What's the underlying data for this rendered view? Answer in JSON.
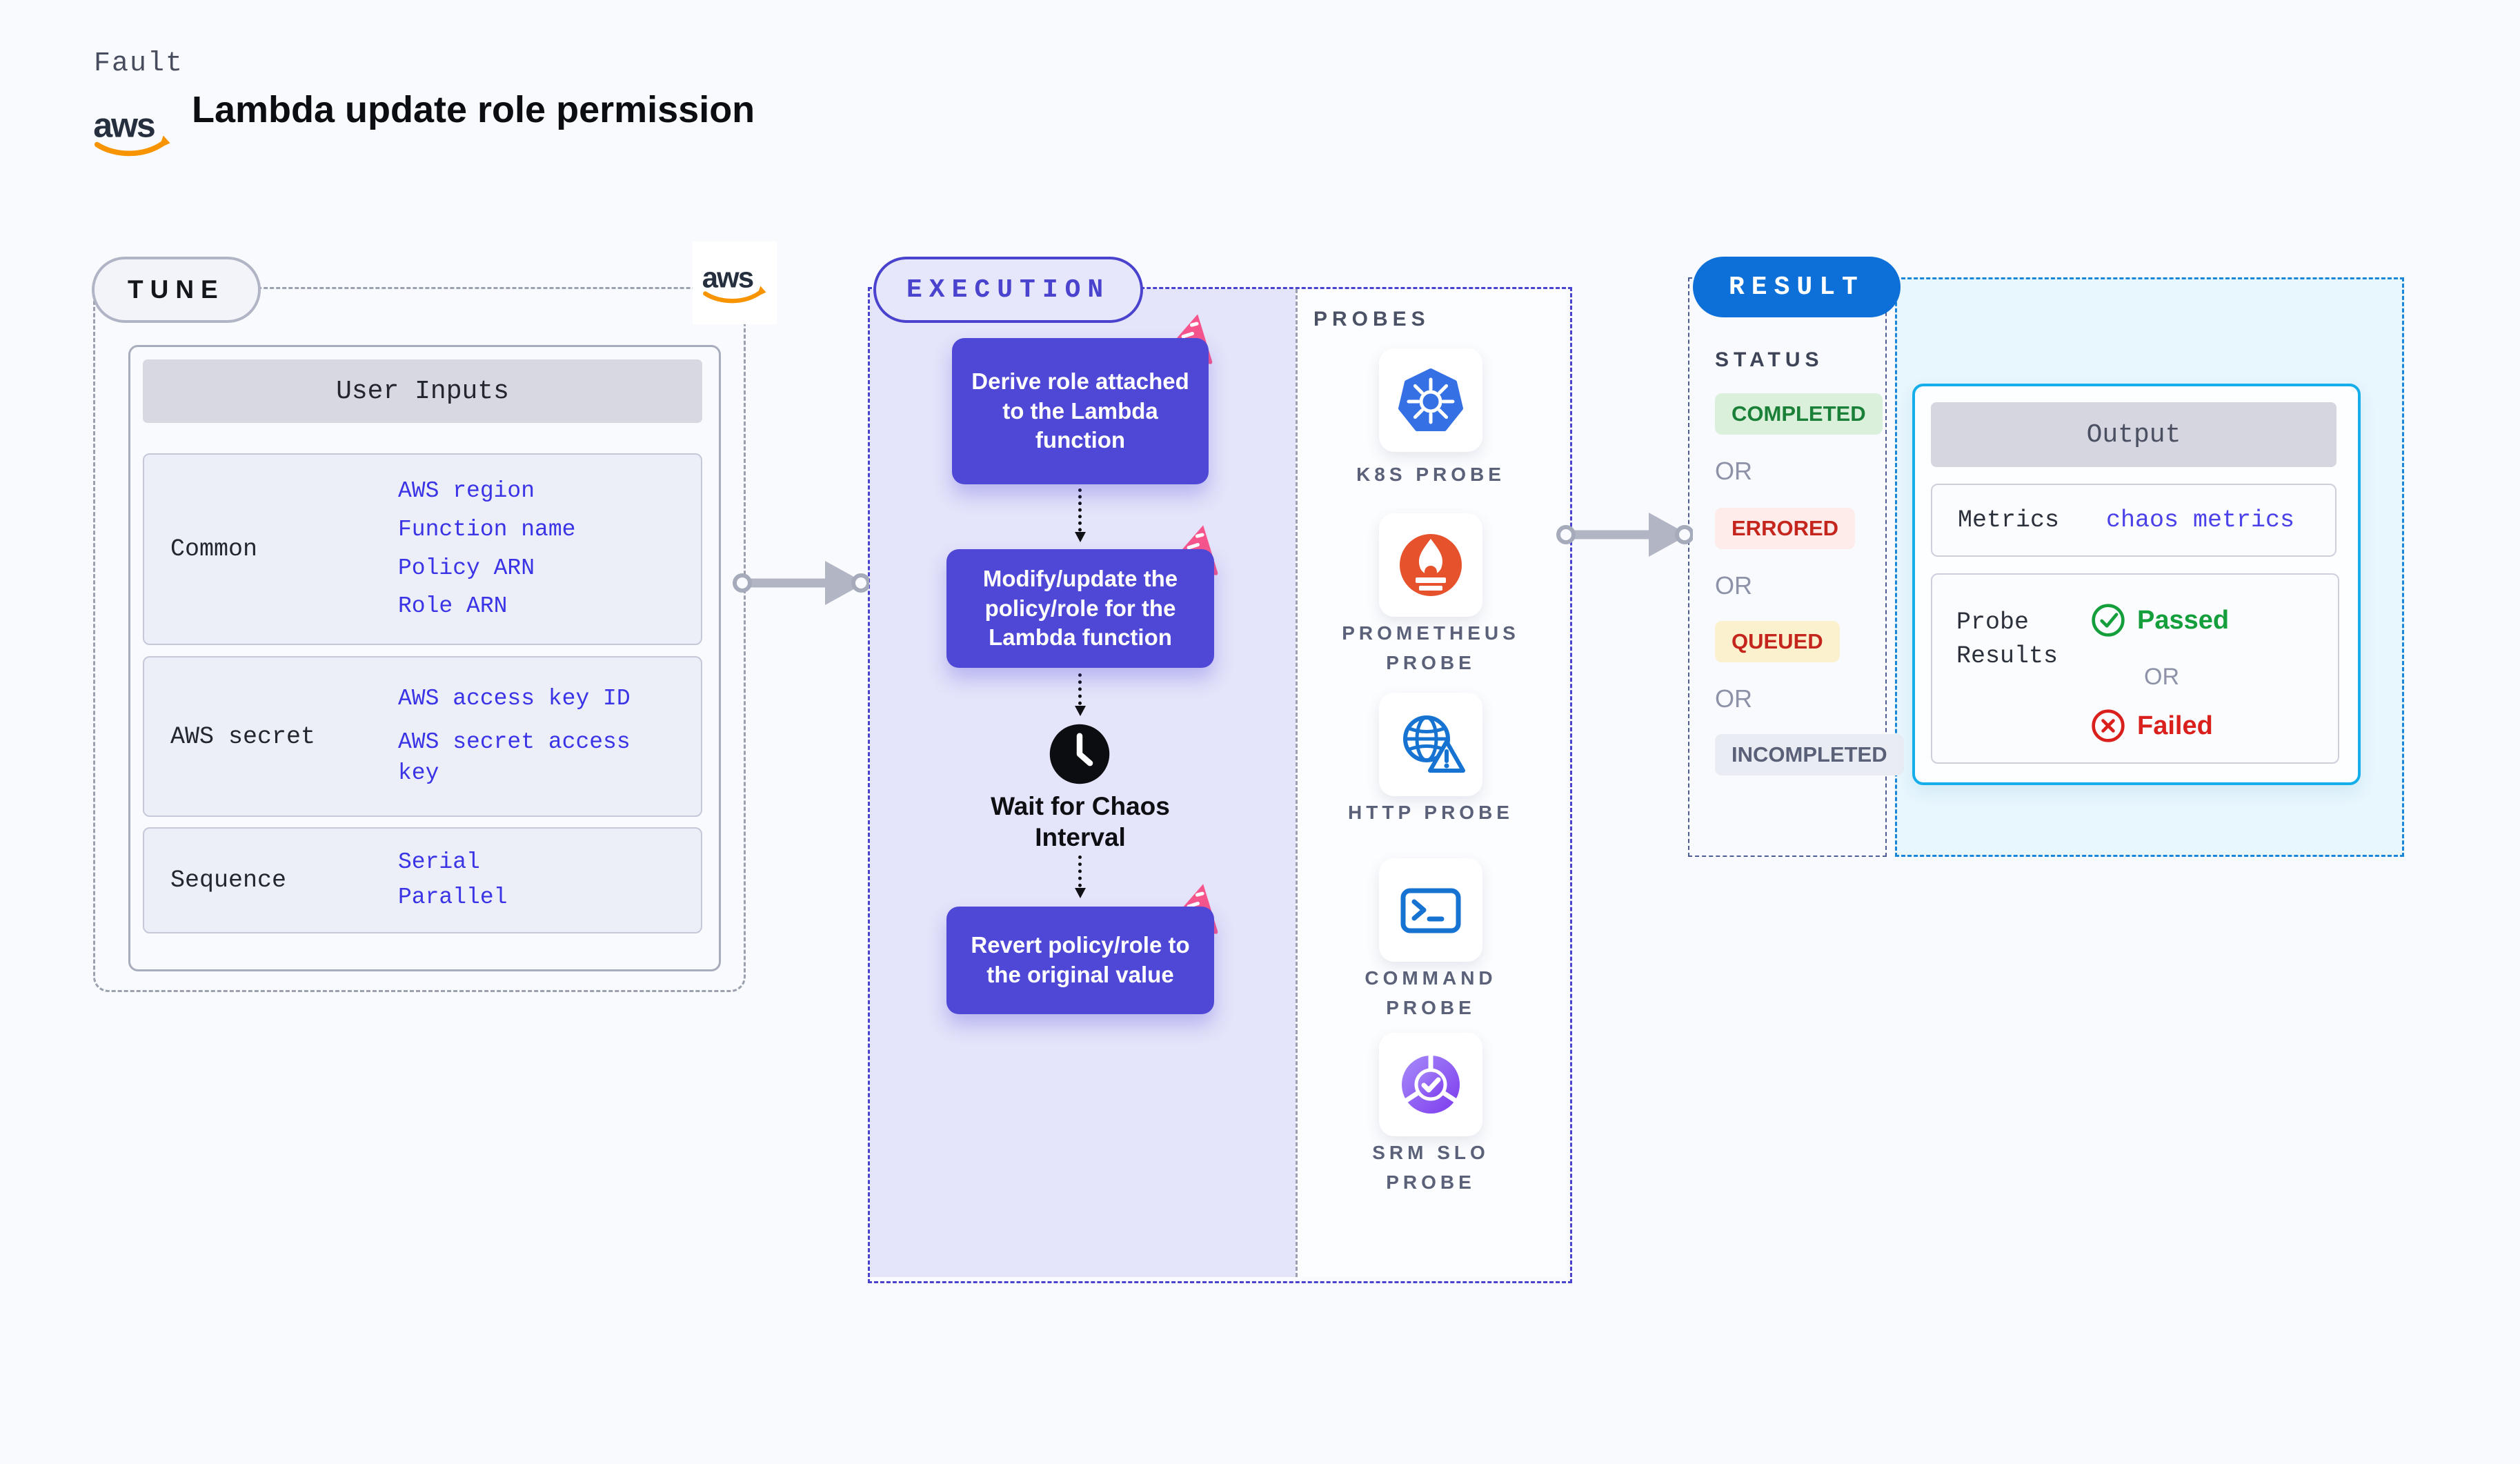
{
  "header": {
    "eyebrow": "Fault",
    "title": "Lambda update role permission",
    "aws_logo_text": "aws"
  },
  "tune": {
    "pill_label": "TUNE",
    "table": {
      "header": "User Inputs",
      "rows": [
        {
          "label": "Common",
          "values": [
            "AWS region",
            "Function name",
            "Policy ARN",
            "Role ARN"
          ]
        },
        {
          "label": "AWS secret",
          "values": [
            "AWS access key ID",
            "AWS secret access key"
          ]
        },
        {
          "label": "Sequence",
          "values": [
            "Serial",
            "Parallel"
          ]
        }
      ]
    }
  },
  "execution": {
    "pill_label": "EXECUTION",
    "steps": [
      "Derive role attached to the Lambda function",
      "Modify/update the policy/role for the Lambda function",
      "Revert policy/role to the original value"
    ],
    "wait_label": "Wait for Chaos Interval"
  },
  "probes": {
    "heading": "PROBES",
    "items": [
      {
        "label": "K8S PROBE",
        "icon": "kubernetes-icon"
      },
      {
        "label": "PROMETHEUS PROBE",
        "icon": "prometheus-icon"
      },
      {
        "label": "HTTP PROBE",
        "icon": "globe-warning-icon"
      },
      {
        "label": "COMMAND PROBE",
        "icon": "terminal-icon"
      },
      {
        "label": "SRM SLO PROBE",
        "icon": "slo-pie-check-icon"
      }
    ]
  },
  "result": {
    "pill_label": "RESULT",
    "status_heading": "STATUS",
    "or_label": "OR",
    "statuses": [
      {
        "label": "COMPLETED",
        "bg": "#daf0db",
        "color": "#1a8038"
      },
      {
        "label": "ERRORED",
        "bg": "#fdecea",
        "color": "#c4261d"
      },
      {
        "label": "QUEUED",
        "bg": "#fcf1ce",
        "color": "#c4261d"
      },
      {
        "label": "INCOMPLETED",
        "bg": "#e9ecf3",
        "color": "#5a6078"
      }
    ],
    "output": {
      "header": "Output",
      "metrics_label": "Metrics",
      "metrics_value": "chaos metrics",
      "probe_results_label": "Probe Results",
      "passed_label": "Passed",
      "failed_label": "Failed"
    }
  },
  "colors": {
    "page_bg": "#f9fafd",
    "flow_box": "#4f47d6",
    "lavender_panel": "#e4e4fa",
    "execution_accent": "#4a43cd",
    "result_blue": "#0d70d8",
    "cyan_border": "#16aeea",
    "cyan_panel_bg": "#e8f6fd",
    "link_blue": "#4b41e9",
    "value_blue": "#3a34e6",
    "passed_green": "#149f3c",
    "failed_red": "#da201d",
    "chaos_pink": "#f6558c",
    "aws_orange": "#f79400",
    "aws_navy": "#252f3e"
  }
}
